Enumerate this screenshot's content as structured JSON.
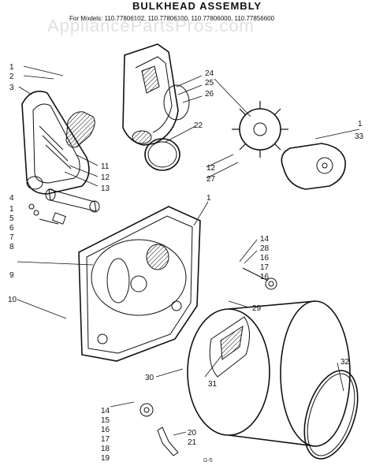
{
  "title": "BULKHEAD ASSEMBLY",
  "model_line": "For Models: 110.77806102, 110.77806100, 110.77806000, 110.77856600",
  "watermark": "AppliancePartsPros.com",
  "page_number": "G-5",
  "callouts": [
    {
      "id": "c1a",
      "text": "1"
    },
    {
      "id": "c2",
      "text": "2"
    },
    {
      "id": "c3",
      "text": "3"
    },
    {
      "id": "c4",
      "text": "4"
    },
    {
      "id": "c1b",
      "text": "1"
    },
    {
      "id": "c5",
      "text": "5"
    },
    {
      "id": "c6",
      "text": "6"
    },
    {
      "id": "c7",
      "text": "7"
    },
    {
      "id": "c8",
      "text": "8"
    },
    {
      "id": "c9",
      "text": "9"
    },
    {
      "id": "c10",
      "text": "10"
    },
    {
      "id": "c11",
      "text": "11"
    },
    {
      "id": "c12a",
      "text": "12"
    },
    {
      "id": "c13",
      "text": "13"
    },
    {
      "id": "c22",
      "text": "22"
    },
    {
      "id": "c24",
      "text": "24"
    },
    {
      "id": "c25",
      "text": "25"
    },
    {
      "id": "c26",
      "text": "26"
    },
    {
      "id": "c12b",
      "text": "12"
    },
    {
      "id": "c27",
      "text": "27"
    },
    {
      "id": "c1c",
      "text": "1"
    },
    {
      "id": "c33",
      "text": "33"
    },
    {
      "id": "c1d",
      "text": "1"
    },
    {
      "id": "c14a",
      "text": "14"
    },
    {
      "id": "c28",
      "text": "28"
    },
    {
      "id": "c16a",
      "text": "16"
    },
    {
      "id": "c17a",
      "text": "17"
    },
    {
      "id": "c16b",
      "text": "16"
    },
    {
      "id": "c29",
      "text": "29"
    },
    {
      "id": "c30",
      "text": "30"
    },
    {
      "id": "c31",
      "text": "31"
    },
    {
      "id": "c32",
      "text": "32"
    },
    {
      "id": "c14b",
      "text": "14"
    },
    {
      "id": "c15",
      "text": "15"
    },
    {
      "id": "c16c",
      "text": "16"
    },
    {
      "id": "c17b",
      "text": "17"
    },
    {
      "id": "c18",
      "text": "18"
    },
    {
      "id": "c19",
      "text": "19"
    },
    {
      "id": "c20",
      "text": "20"
    },
    {
      "id": "c21",
      "text": "21"
    }
  ]
}
